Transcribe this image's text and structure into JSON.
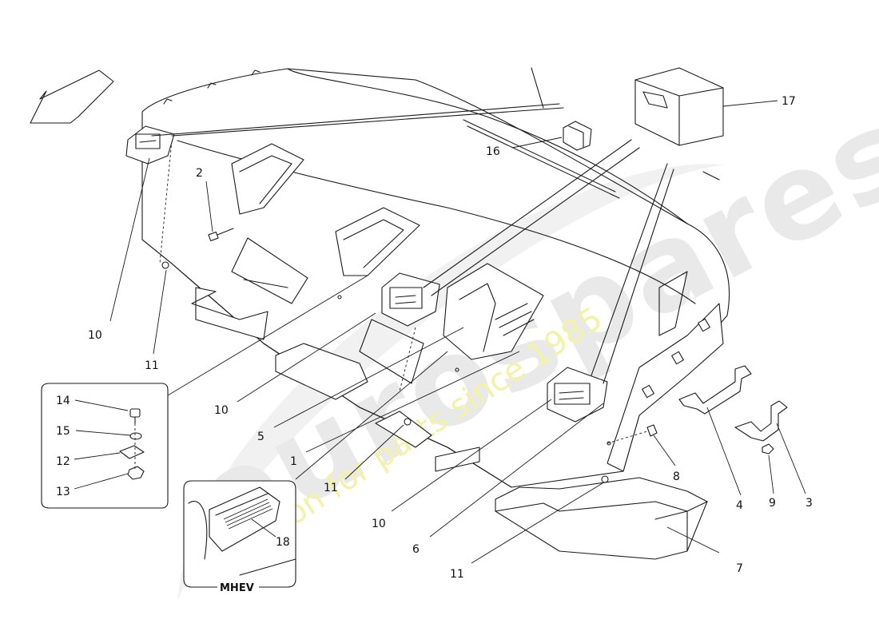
{
  "diagram": {
    "callouts": [
      {
        "id": "c1",
        "label": "1"
      },
      {
        "id": "c2",
        "label": "2"
      },
      {
        "id": "c3",
        "label": "3"
      },
      {
        "id": "c4",
        "label": "4"
      },
      {
        "id": "c5",
        "label": "5"
      },
      {
        "id": "c6",
        "label": "6"
      },
      {
        "id": "c7",
        "label": "7"
      },
      {
        "id": "c8",
        "label": "8"
      },
      {
        "id": "c9",
        "label": "9"
      },
      {
        "id": "c10a",
        "label": "10"
      },
      {
        "id": "c10b",
        "label": "10"
      },
      {
        "id": "c10c",
        "label": "10"
      },
      {
        "id": "c11a",
        "label": "11"
      },
      {
        "id": "c11b",
        "label": "11"
      },
      {
        "id": "c11c",
        "label": "11"
      },
      {
        "id": "c12",
        "label": "12"
      },
      {
        "id": "c13",
        "label": "13"
      },
      {
        "id": "c14",
        "label": "14"
      },
      {
        "id": "c15",
        "label": "15"
      },
      {
        "id": "c16",
        "label": "16"
      },
      {
        "id": "c17",
        "label": "17"
      },
      {
        "id": "c18",
        "label": "18"
      }
    ],
    "inset_label": "MHEV"
  },
  "watermark": {
    "brand": "eurospares",
    "tagline": "a passion for parts since 1985"
  },
  "colors": {
    "line": "#1a1a1a",
    "watermark_grey": "#e9e9e9",
    "watermark_yellow": "#f4f2a8"
  }
}
